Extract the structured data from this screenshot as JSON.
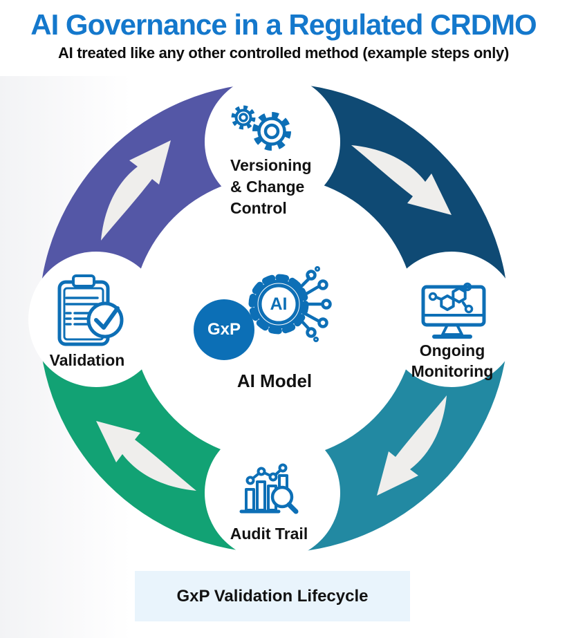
{
  "header": {
    "title": "AI Governance in a Regulated CRDMO",
    "subtitle": "AI treated like any other controlled method (example steps only)"
  },
  "cycle": {
    "steps": [
      {
        "name": "versioning-change-control",
        "icon": "gears-icon",
        "lines": [
          "Versioning",
          "& Change",
          "Control"
        ]
      },
      {
        "name": "ongoing-monitoring",
        "icon": "monitor-molecule-icon",
        "lines": [
          "Ongoing",
          "Monitoring"
        ]
      },
      {
        "name": "audit-trail",
        "icon": "chart-magnifier-icon",
        "lines": [
          "Audit Trail"
        ]
      },
      {
        "name": "validation",
        "icon": "clipboard-check-icon",
        "lines": [
          "Validation"
        ]
      }
    ],
    "center": {
      "icon": "ai-gear-circuit-icon",
      "gear_label": "AI",
      "badge": "GxP",
      "label": "AI Model"
    }
  },
  "footer": {
    "label": "GxP Validation Lifecycle"
  },
  "colors": {
    "title": "#1478cc",
    "quadrant_purple": "#5457a6",
    "quadrant_navy": "#0f4a74",
    "quadrant_teal": "#2289a2",
    "quadrant_green": "#12a274",
    "icon_stroke": "#0d6fb6",
    "badge_fill": "#0c6fb6",
    "arrow": "#efeeec",
    "footer_bg": "#e9f4fc",
    "label_text": "#121212"
  }
}
